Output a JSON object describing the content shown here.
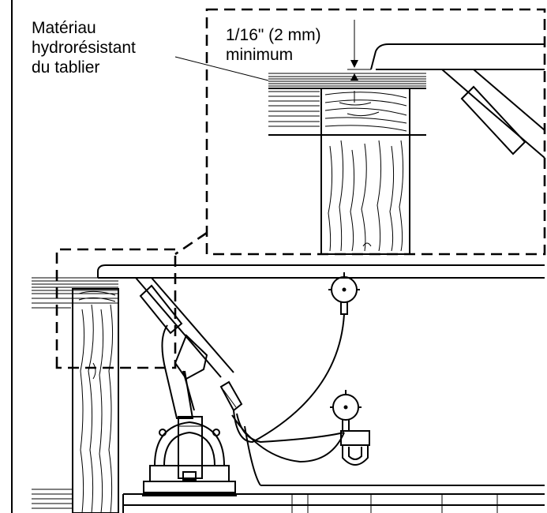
{
  "labels": {
    "material_line1": "Matériau",
    "material_line2": "hydrorésistant",
    "material_line3": "du tablier",
    "gap_line1": "1/16\" (2 mm)",
    "gap_line2": "minimum"
  }
}
